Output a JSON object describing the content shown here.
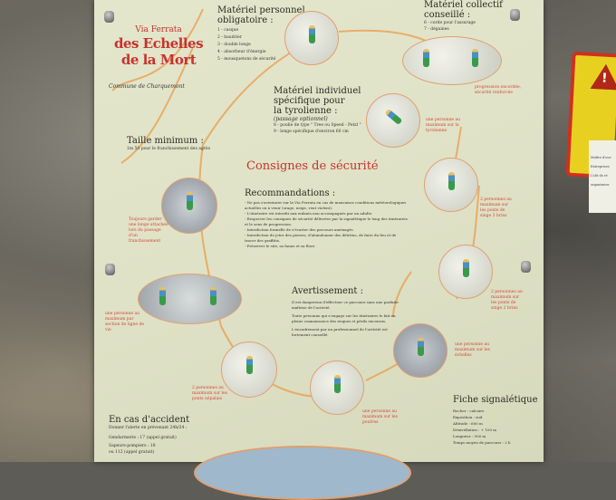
{
  "title": {
    "line1": "Via Ferrata",
    "line2": "des Echelles",
    "line3": "de la Mort",
    "commune": "Commune de Charquemont"
  },
  "perso": {
    "heading1": "Matériel personnel",
    "heading2": "obligatoire :",
    "items": [
      "1 - casque",
      "2 - baudrier",
      "3 - double longe",
      "4 - absorbeur d'énergie",
      "5 - mousquetons de sécurité"
    ]
  },
  "collectif": {
    "heading1": "Matériel collectif",
    "heading2": "conseillé :",
    "items": [
      "6 - corde pour l'assurage",
      "7 - dégaines"
    ]
  },
  "tyro": {
    "heading1": "Matériel individuel",
    "heading2": "spécifique pour",
    "heading3": "la tyrolienne :",
    "note": "(passage optionnel)",
    "items": [
      "8 - poulie de type \" Tree ou Speed - Petzl \"",
      "9 - longe spécifique d'environ 60 cm"
    ]
  },
  "taille": {
    "heading": "Taille minimum :",
    "text": "1m 50 pour le franchissement des agrès"
  },
  "consignes": {
    "heading": "Consignes de sécurité"
  },
  "recommandations": {
    "heading": "Recommandations :",
    "items": [
      "- Ne pas s'aventurer sur la Via Ferrata en cas de mauvaises conditions météorologiques actuelles ou à venir (orage, neige, vent violent).",
      "- L'itinéraire est interdit aux enfants non accompagnés par un adulte.",
      "- Respecter les consignes de sécurité délivrées par la signalétique le long des itinéraires et le sens de progression.",
      "- Interdiction formelle de s'écarter des parcours aménagés.",
      "- Interdiction de jeter des pierres, d'abandonner des détritus, de faire du feu et de tracer des graffitis.",
      "- Préserver le site, sa faune et sa flore."
    ]
  },
  "avertissement": {
    "heading": "Avertissement :",
    "paras": [
      "Il est dangereux d'effectuer ce parcours sans une parfaite maîtrise de l'activité.",
      "Toute personne qui s'engage sur les itinéraires le fait en pleine connaissance des risques et périls encourus.",
      "L'encadrement par un professionnel de l'activité est fortement conseillé."
    ]
  },
  "captions": {
    "c1": "progression encordée, sécurité renforcée",
    "c2": "une personne au maximum sur la tyrolienne",
    "c3": "2 personnes au maximum sur les ponts de singe 3 brins",
    "c4": "2 personnes au maximum sur les ponts de singe 2 brins",
    "c5": "une personne au maximum sur les échelles",
    "c6": "une personne au maximum sur les poutres",
    "c7": "2 personnes au maximum sur les ponts népalais",
    "c8": "une personne au maximum par section de ligne de vie",
    "c9": "Toujours garder une longe attachée lors du passage d'un franchissement"
  },
  "accident": {
    "heading": "En cas d'accident",
    "text": "Donner l'alerte en prévenant 24h/24 :",
    "gendarmerie": "Gendarmerie : 17 (appel gratuit)",
    "pompiers": "Sapeurs-pompiers : 18",
    "pompiers2": "ou 112 (appel gratuit)"
  },
  "fiche": {
    "heading": "Fiche signalétique",
    "items": [
      "Rocher : calcaire",
      "Exposition : sud",
      "Altitude : 600 m",
      "Dénivellation : + 100 m",
      "Longueur : 500 m",
      "Temps moyen de parcours : 2 h"
    ]
  },
  "sidelabel": {
    "l1": "Maître d'ouv",
    "l2": "Entreprises",
    "l3": "Coût de ré",
    "l4": "organismes"
  },
  "colors": {
    "accent": "#c8322c",
    "path": "#e8a050"
  }
}
